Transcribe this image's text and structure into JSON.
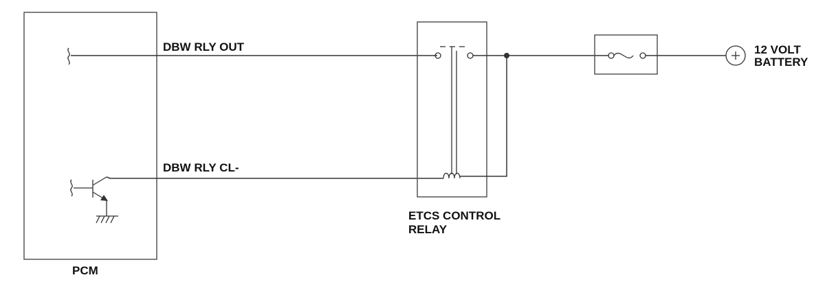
{
  "components": {
    "pcm": {
      "label": "PCM"
    },
    "relay": {
      "label_line1": "ETCS CONTROL",
      "label_line2": "RELAY"
    },
    "battery": {
      "label_line1": "12 VOLT",
      "label_line2": "BATTERY",
      "symbol": "+"
    }
  },
  "wires": {
    "top": {
      "label": "DBW RLY OUT"
    },
    "bottom": {
      "label": "DBW RLY CL-"
    }
  },
  "icons": {
    "fuse": "fuse-icon",
    "relay_switch": "relay-switch-icon",
    "relay_coil": "relay-coil-icon",
    "transistor": "transistor-icon",
    "ground": "ground-icon",
    "battery": "battery-positive-icon"
  },
  "colors": {
    "line": "#333333",
    "text": "#111111",
    "background": "#ffffff"
  }
}
